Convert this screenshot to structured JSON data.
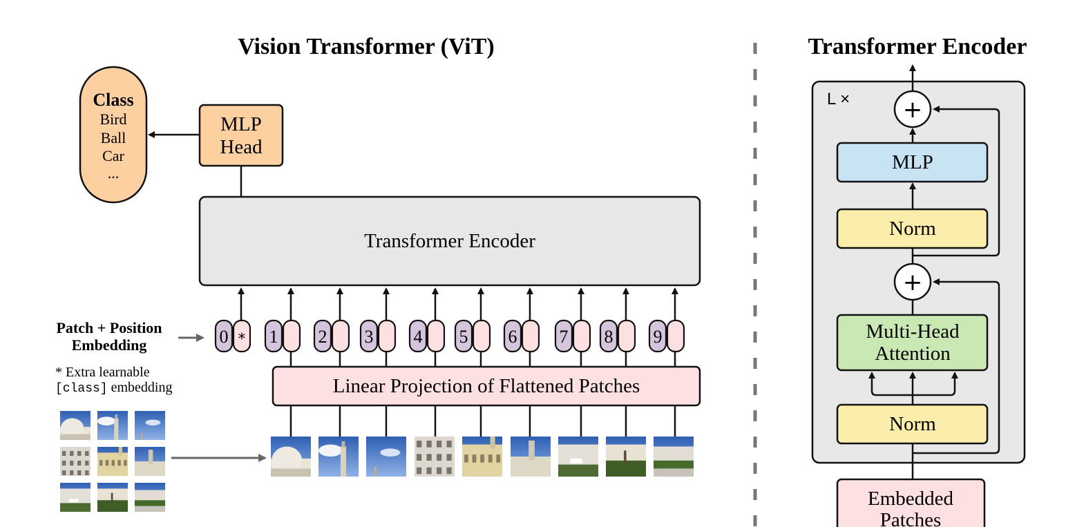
{
  "vit": {
    "title": "Vision Transformer (ViT)",
    "class_box": {
      "heading": "Class",
      "items": [
        "Bird",
        "Ball",
        "Car",
        "..."
      ]
    },
    "mlp_head": [
      "MLP",
      "Head"
    ],
    "encoder_label": "Transformer Encoder",
    "embedding_label": [
      "Patch + Position",
      "Embedding"
    ],
    "extra_note": {
      "star": "* Extra learnable",
      "code": "[class]",
      "rest": " embedding"
    },
    "projection_label": "Linear Projection of Flattened Patches",
    "tokens": [
      "0",
      "1",
      "2",
      "3",
      "4",
      "5",
      "6",
      "7",
      "8",
      "9"
    ],
    "star_token": "*"
  },
  "encoder": {
    "title": "Transformer Encoder",
    "repeat": "L ×",
    "plus": "+",
    "mlp": "MLP",
    "norm_top": "Norm",
    "attention": [
      "Multi-Head",
      "Attention"
    ],
    "norm_bottom": "Norm",
    "input": [
      "Embedded",
      "Patches"
    ]
  },
  "colors": {
    "orange": "#fdd0a2",
    "gray_box": "#e6e6e6",
    "pink": "#fde0e2",
    "purple": "#d4c4dc",
    "blue": "#c6e2f3",
    "yellow": "#fdedaa",
    "green": "#c9e8b4",
    "panel": "#e8e8e8"
  }
}
